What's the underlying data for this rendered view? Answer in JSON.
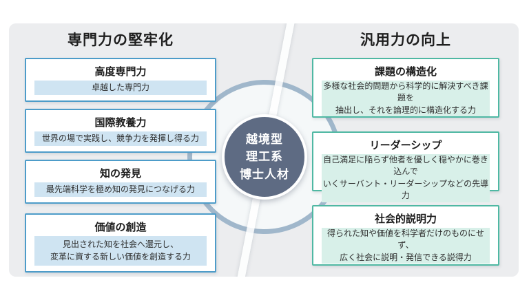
{
  "diagram": {
    "left_panel": {
      "title": "専門力の堅牢化",
      "accent_color": "#4d9cc9",
      "band_color": "#cfe4f2",
      "items": [
        {
          "title": "高度専門力",
          "desc": "卓越した専門力"
        },
        {
          "title": "国際教養力",
          "desc": "世界の場で実践し、競争力を発揮し得る力"
        },
        {
          "title": "知の発見",
          "desc": "最先端科学を極め知の発見につなげる力"
        },
        {
          "title": "価値の創造",
          "desc": "見出された知を社会へ還元し、\n変革に資する新しい価値を創造する力"
        }
      ]
    },
    "right_panel": {
      "title": "汎用力の向上",
      "accent_color": "#4fb8a3",
      "band_color": "#d8f0e9",
      "items": [
        {
          "title": "課題の構造化",
          "desc": "多様な社会的問題から科学的に解決すべき課題を\n抽出し、それを論理的に構造化する力"
        },
        {
          "title": "リーダーシップ",
          "desc": "自己満足に陥らず他者を優しく穏やかに巻き込んで\nいくサーバント・リーダーシップなどの先導力"
        },
        {
          "title": "社会的説明力",
          "desc": "得られた知や価値を科学者だけのものにせず、\n広く社会に説明・発信できる説得力"
        }
      ]
    },
    "center": {
      "label": "越境型\n理工系\n博士人材",
      "bg_color": "#5e6b83",
      "ring_color": "#a0b7cb"
    }
  }
}
